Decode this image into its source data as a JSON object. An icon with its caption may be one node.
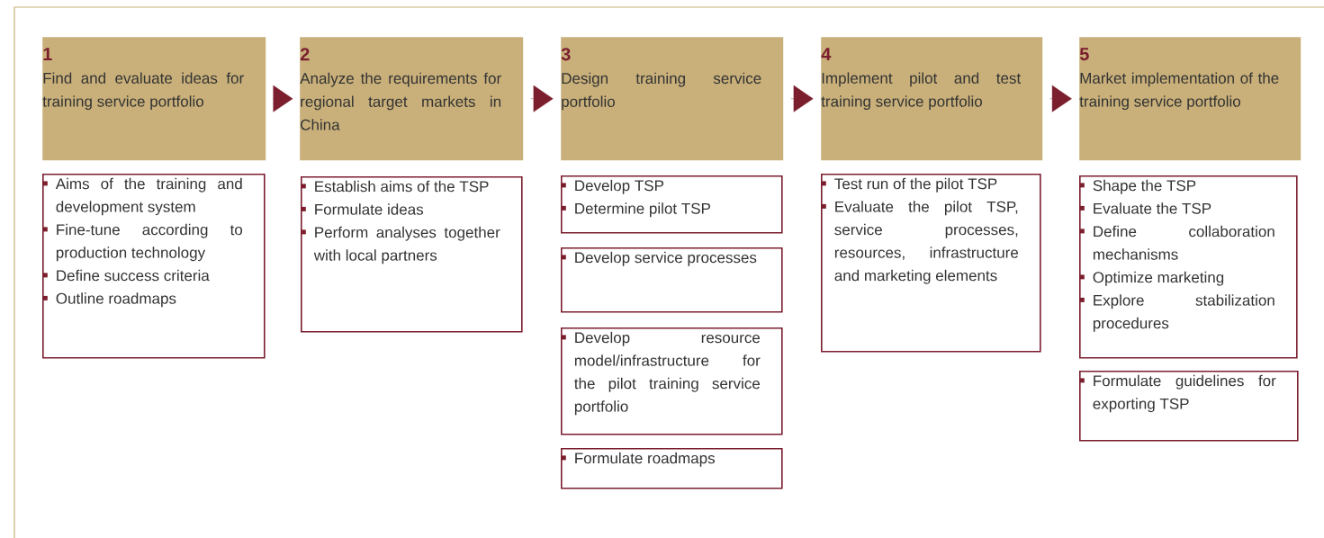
{
  "diagram": {
    "nodes": [
      {
        "text": [
          "1",
          "Find and evaluate ideas for training service portfolio"
        ]
      },
      {
        "text": [
          "Aims of the training and development system",
          "Fine-tune according to production technology",
          "Define success criteria",
          "Outline roadmaps"
        ]
      },
      {
        "text": [
          "2",
          "Analyze the requirements for regional target markets in China"
        ]
      },
      {
        "text": [
          "Establish aims of the TSP",
          "Formulate ideas",
          "Perform analyses together with local partners"
        ]
      },
      {
        "text": [
          "3",
          "Design training service portfolio"
        ]
      },
      {
        "text": [
          "Develop TSP",
          "Determine pilot TSP"
        ]
      },
      {
        "text": [
          "Develop service processes"
        ]
      },
      {
        "text": [
          "Develop resource model/infrastructure for the pilot training service portfolio"
        ]
      },
      {
        "text": [
          "Formulate roadmaps"
        ]
      },
      {
        "text": [
          "4",
          "Implement pilot and test training service portfolio"
        ]
      },
      {
        "text": [
          "Test run of the pilot TSP",
          "Evaluate the pilot TSP, service processes, resources, infrastructure and marketing elements"
        ]
      },
      {
        "text": [
          "5",
          "Market implementation of the training service portfolio"
        ]
      },
      {
        "text": [
          "Shape the TSP",
          "Evaluate the TSP",
          "Define collaboration mechanisms",
          "Optimize marketing",
          "Explore stabilization procedures"
        ]
      },
      {
        "text": [
          "Formulate guidelines for exporting TSP"
        ]
      }
    ],
    "edges": [
      {
        "from": 0,
        "to": 2,
        "arrow": "to"
      },
      {
        "from": 2,
        "to": 4,
        "arrow": "to"
      },
      {
        "from": 4,
        "to": 9,
        "arrow": "to"
      },
      {
        "from": 9,
        "to": 11,
        "arrow": "to"
      }
    ]
  }
}
